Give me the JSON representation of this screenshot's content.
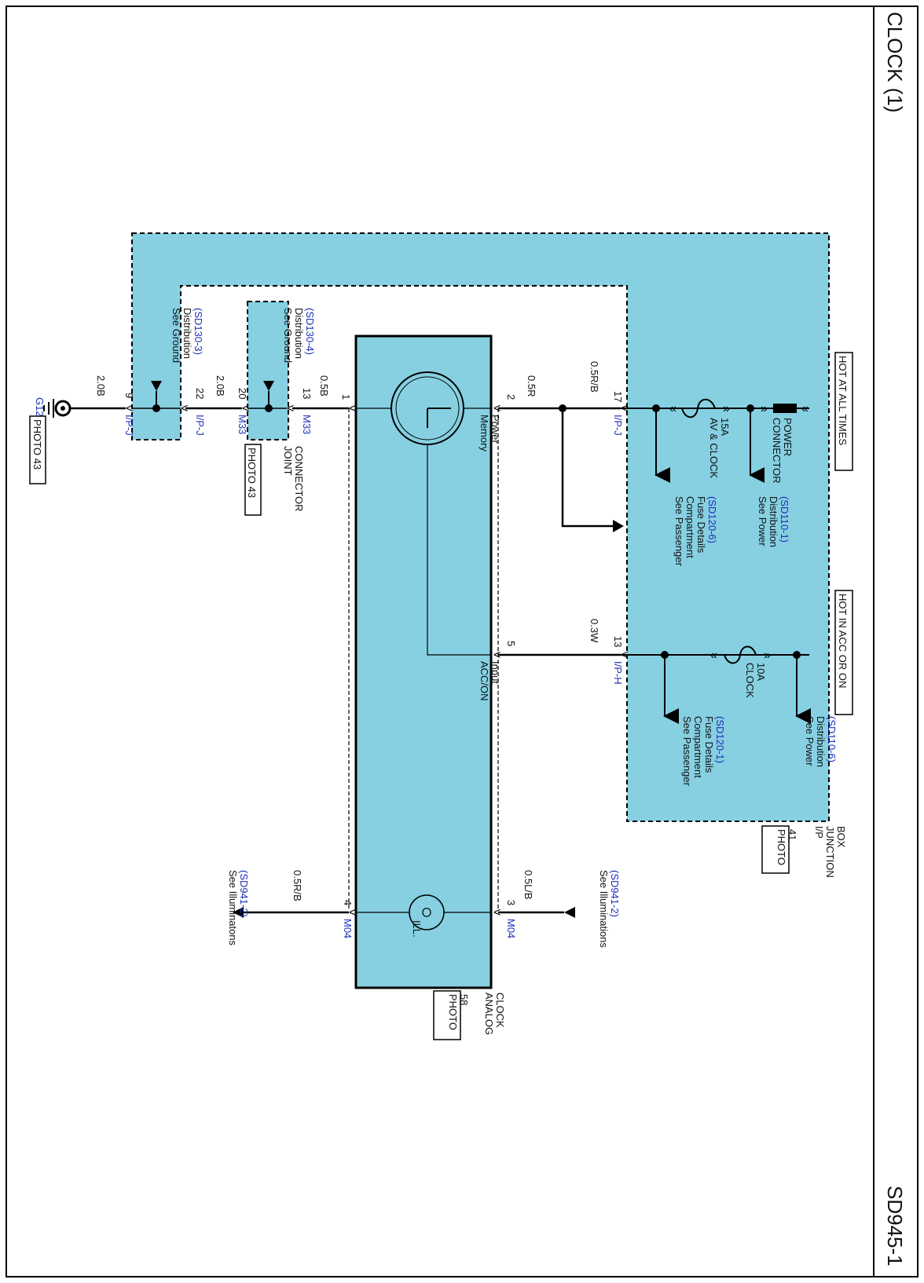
{
  "page": {
    "title": "CLOCK (1)",
    "code": "SD945-1"
  },
  "colors": {
    "module_fill": "#86d0e2",
    "wire": "#000000",
    "ref_text": "#1a2fb5"
  },
  "junction_box": {
    "name_lines": [
      "I/P",
      "JUNCTION",
      "BOX"
    ],
    "photo_lines": [
      "PHOTO",
      "41"
    ],
    "supplies": {
      "hot_at_all_times": "HOT AT ALL TIMES",
      "hot_in_acc_or_on": "HOT IN ACC OR ON"
    },
    "power_connector": [
      "POWER",
      "CONNECTOR"
    ],
    "fuse_av_clock": [
      "AV & CLOCK",
      "15A"
    ],
    "fuse_clock": [
      "CLOCK",
      "10A"
    ],
    "ref_power_1": [
      "See Power",
      "Distribution",
      "(SD110-1)"
    ],
    "ref_power_6": [
      "See Power",
      "Distribution",
      "(SD110-6)"
    ],
    "ref_pcfd_6": [
      "See Passenger",
      "Compartment",
      "Fuse Details",
      "(SD120-6)"
    ],
    "ref_pcfd_1": [
      "See Passenger",
      "Compartment",
      "Fuse Details",
      "(SD120-1)"
    ],
    "pin_17": "17",
    "conn_17": "I/P-J",
    "pin_13": "13",
    "conn_13": "I/P-H",
    "pin_22": "22",
    "conn_22": "I/P-J",
    "pin_9": "9",
    "conn_9": "I/P-J",
    "ref_ground_3": [
      "See Ground",
      "Distribution",
      "(SD130-3)"
    ]
  },
  "joint_connector": {
    "name_lines": [
      "JOINT",
      "CONNECTOR"
    ],
    "photo": "PHOTO 43",
    "pin_13": "13",
    "conn_13": "M33",
    "pin_20": "20",
    "conn_20": "M33",
    "ref_ground_4": [
      "See Ground",
      "Distribution",
      "(SD130-4)"
    ]
  },
  "analog_clock": {
    "name_lines": [
      "ANALOG",
      "CLOCK"
    ],
    "photo_lines": [
      "PHOTO",
      "58"
    ],
    "pin_memory": "2",
    "pin_acc": "5",
    "pin_ground": "1",
    "pin_ill_in": "3",
    "pin_ill_out": "4",
    "conn_ill_in": "M04",
    "conn_ill_out": "M04",
    "memory_power": [
      "Memory",
      "Power"
    ],
    "acc_on_input": [
      "ACC/ON",
      "Input"
    ],
    "ill_label": "ILL."
  },
  "wires": {
    "w_05RB_top": "0.5R/B",
    "w_05R": "0.5R",
    "w_03W": "0.3W",
    "w_05B": "0.5B",
    "w_20B_mid": "2.0B",
    "w_20B_low": "2.0B",
    "w_05LB": "0.5L/B",
    "w_05RB_ill": "0.5R/B"
  },
  "ground": {
    "id": "G12",
    "photo": "PHOTO 43"
  },
  "illum": {
    "in_ref": [
      "See Illuminations",
      "(SD941-2)"
    ],
    "out_ref": [
      "See Illuminatons",
      "(SD941-2)"
    ]
  }
}
